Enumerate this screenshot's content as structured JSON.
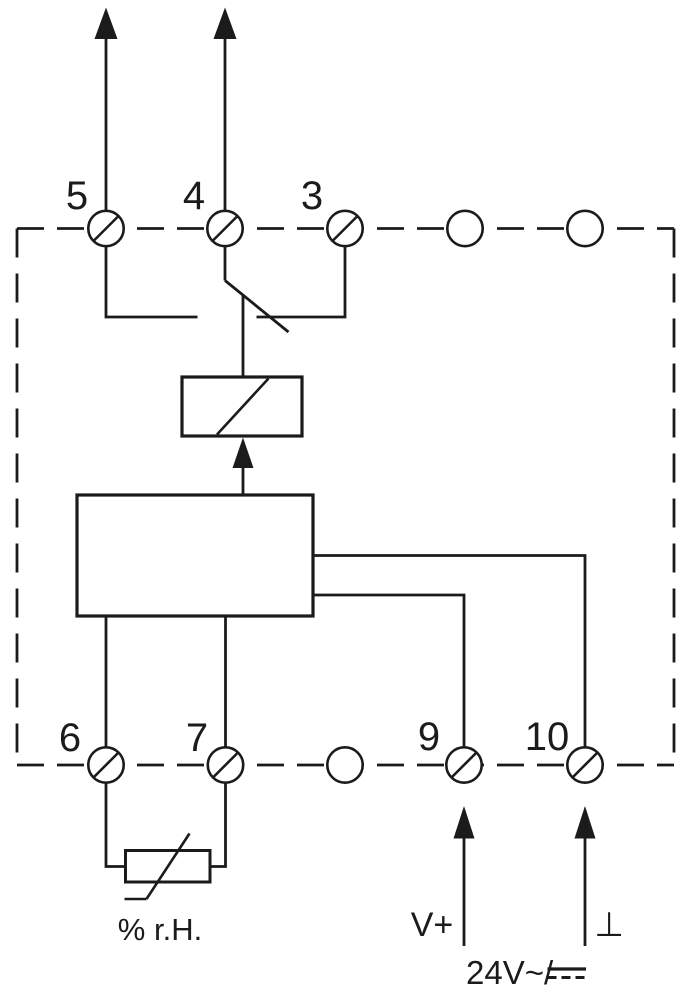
{
  "diagram_title": "humidity-controller-wiring-schematic",
  "colors": {
    "line": "#1b1b1b",
    "background": "#ffffff"
  },
  "terminals": {
    "top": [
      {
        "label": "5",
        "style": "screw"
      },
      {
        "label": "4",
        "style": "screw"
      },
      {
        "label": "3",
        "style": "screw"
      },
      {
        "label": "",
        "style": "plain"
      },
      {
        "label": "",
        "style": "plain"
      }
    ],
    "bottom": [
      {
        "label": "6",
        "style": "screw"
      },
      {
        "label": "7",
        "style": "screw"
      },
      {
        "label": "",
        "style": "plain"
      },
      {
        "label": "9",
        "style": "screw"
      },
      {
        "label": "10",
        "style": "screw"
      }
    ]
  },
  "labels": {
    "sensor": "% r.H.",
    "supply_positive": "V+",
    "supply_ground": "⊥",
    "supply_voltage": "24V~/"
  }
}
